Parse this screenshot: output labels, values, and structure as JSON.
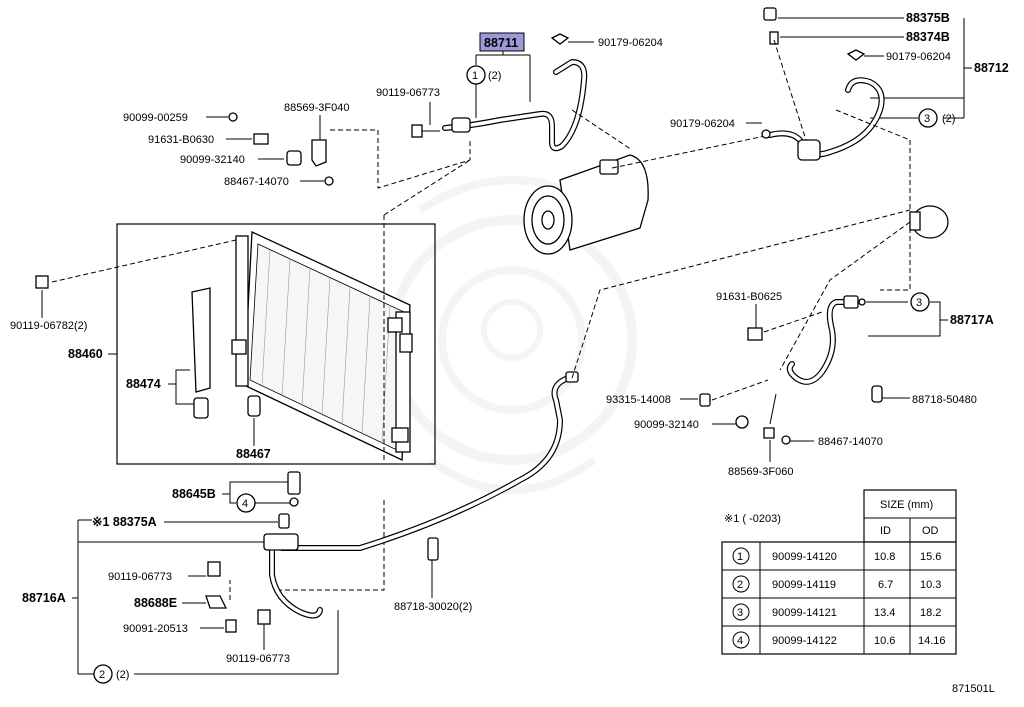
{
  "labels": {
    "p88711": "88711",
    "p90179_06204_a": "90179-06204",
    "p90119_06773_a": "90119-06773",
    "p88569_3F040": "88569-3F040",
    "p90099_00259": "90099-00259",
    "p91631_B0630": "91631-B0630",
    "p90099_32140_a": "90099-32140",
    "p88467_14070_a": "88467-14070",
    "p90119_06782": "90119-06782(2)",
    "p88460": "88460",
    "p88474": "88474",
    "p88467": "88467",
    "p88645B": "88645B",
    "p88375A": "※1 88375A",
    "p88716A": "88716A",
    "p90119_06773_b": "90119-06773",
    "p88688E": "88688E",
    "p90091_20513": "90091-20513",
    "p90119_06773_c": "90119-06773",
    "p88718_30020": "88718-30020(2)",
    "p88375B": "88375B",
    "p88374B": "88374B",
    "p90179_06204_b": "90179-06204",
    "p88712": "88712",
    "p90179_06204_c": "90179-06204",
    "p91631_B0625": "91631-B0625",
    "p88717A": "88717A",
    "p93315_14008": "93315-14008",
    "p90099_32140_b": "90099-32140",
    "p88718_50480": "88718-50480",
    "p88467_14070_b": "88467-14070",
    "p88569_3F060": "88569-3F060",
    "diagram_id": "871501L",
    "qty2": "(2)"
  },
  "callouts": {
    "c1": "1",
    "c2": "2",
    "c3": "3",
    "c4": "4"
  },
  "table": {
    "note": "※1 (      -0203)",
    "size_header": "SIZE (mm)",
    "col_id": "ID",
    "col_od": "OD",
    "rows": [
      {
        "num": "1",
        "part": "90099-14120",
        "id": "10.8",
        "od": "15.6"
      },
      {
        "num": "2",
        "part": "90099-14119",
        "id": "6.7",
        "od": "10.3"
      },
      {
        "num": "3",
        "part": "90099-14121",
        "id": "13.4",
        "od": "18.2"
      },
      {
        "num": "4",
        "part": "90099-14122",
        "id": "10.6",
        "od": "14.16"
      }
    ]
  },
  "colors": {
    "highlight": "#9a9ad8",
    "line": "#000000",
    "watermark": "#e8e8e8"
  }
}
